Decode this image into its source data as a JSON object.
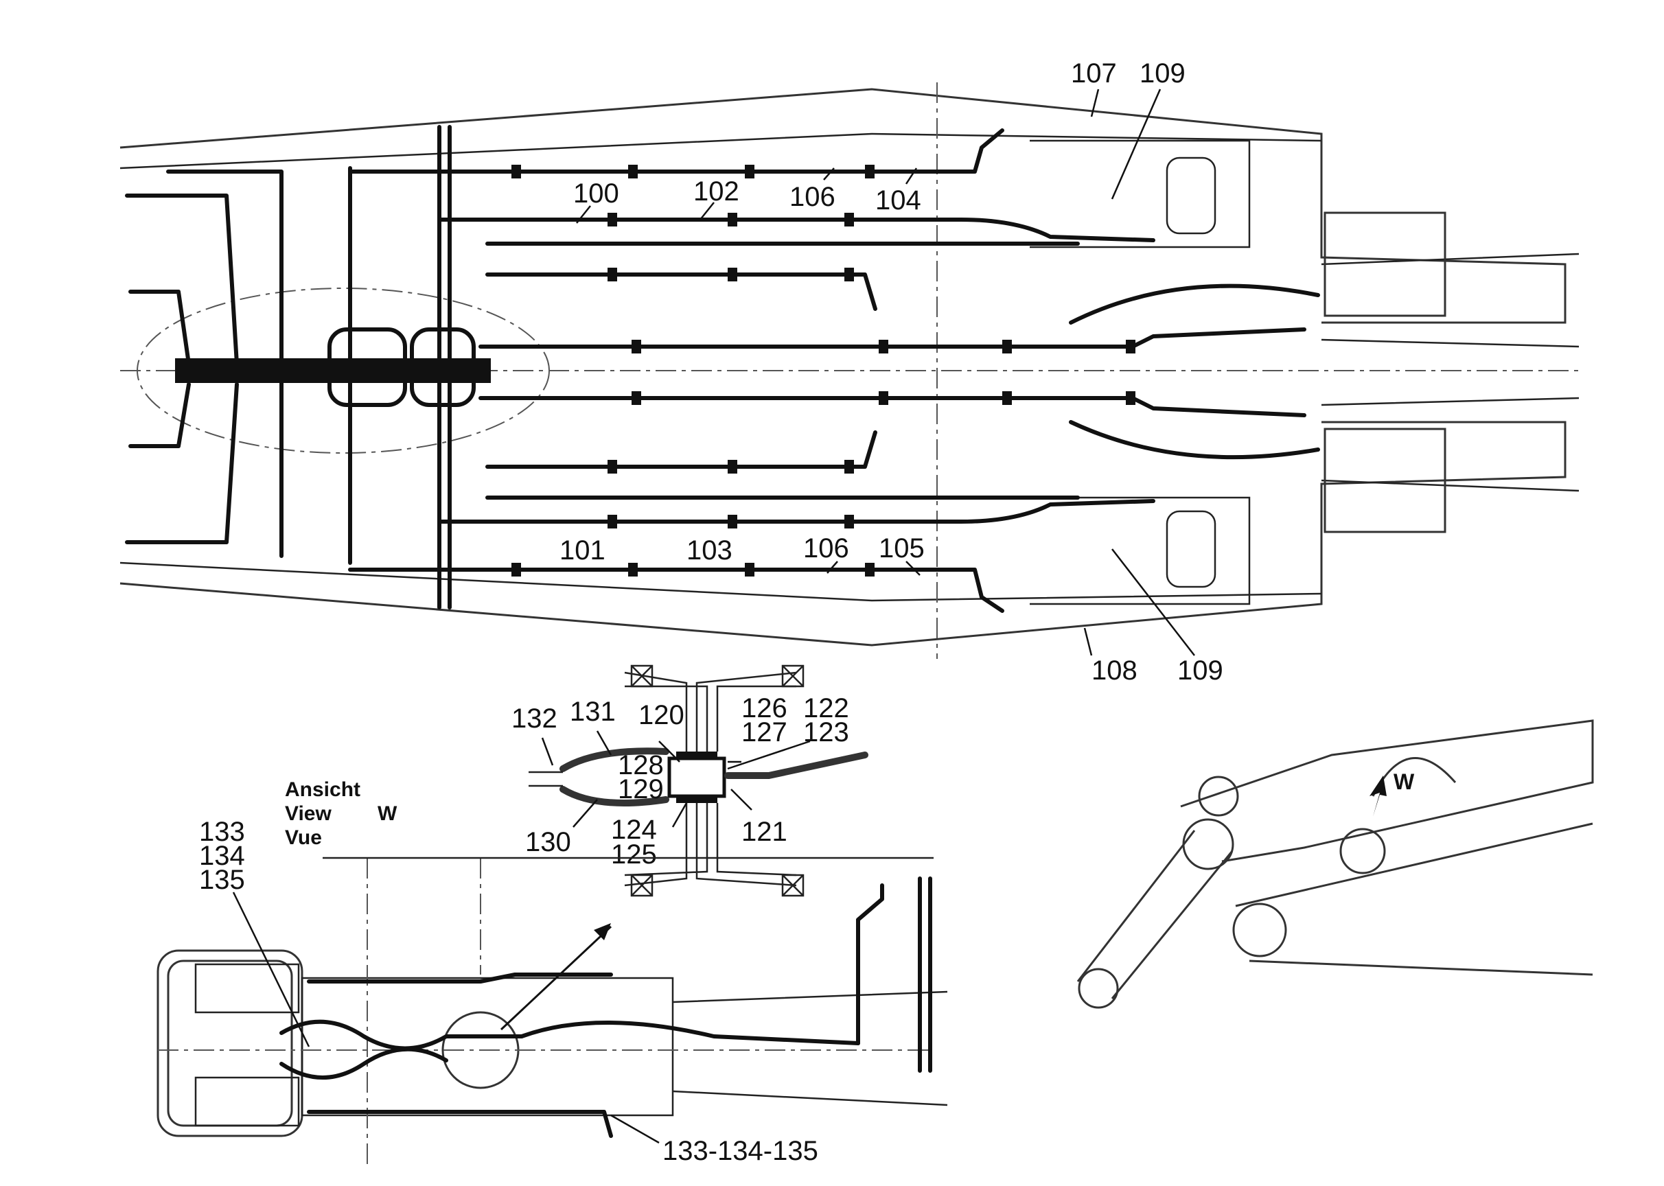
{
  "callouts": {
    "top": {
      "p100": "100",
      "p101": "101",
      "p102": "102",
      "p103": "103",
      "p104": "104",
      "p105": "105",
      "p106a": "106",
      "p106b": "106",
      "p107": "107",
      "p108": "108",
      "p109a": "109",
      "p109b": "109"
    },
    "detail": {
      "p120": "120",
      "p121": "121",
      "p122": "122",
      "p123": "123",
      "p124": "124",
      "p125": "125",
      "p126": "126",
      "p127": "127",
      "p128": "128",
      "p129": "129",
      "p130": "130",
      "p131": "131",
      "p132": "132"
    },
    "bottom": {
      "p133": "133",
      "p134": "134",
      "p135": "135",
      "p133_134_135": "133-134-135"
    }
  },
  "view_label": {
    "de": "Ansicht",
    "en": "View",
    "fr": "Vue",
    "letter": "W"
  },
  "side_view": {
    "arrow_letter": "W"
  }
}
